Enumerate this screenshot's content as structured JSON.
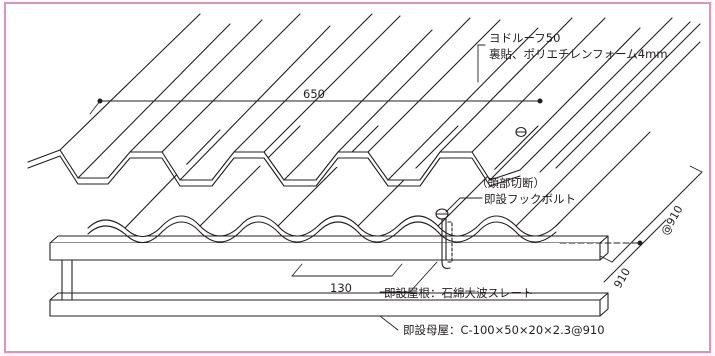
{
  "diagram": {
    "frame_color": "#e58fc0",
    "line_color": "#231f20",
    "labels": {
      "product_line1": "ヨドルーフ50",
      "product_line2": "裏貼、ポリエチレンフォーム4mm",
      "bolt_line1": "（頭部切断）",
      "bolt_line2": "即設フックボルト",
      "old_roof": "即設屋根：石綿大波スレート",
      "purlin": "即設母屋：C-100×50×20×2.3@910"
    },
    "dimensions": {
      "top_pitch": "650",
      "bottom_pitch": "130",
      "spacing_right": "@910",
      "spacing_lower": "910"
    }
  }
}
